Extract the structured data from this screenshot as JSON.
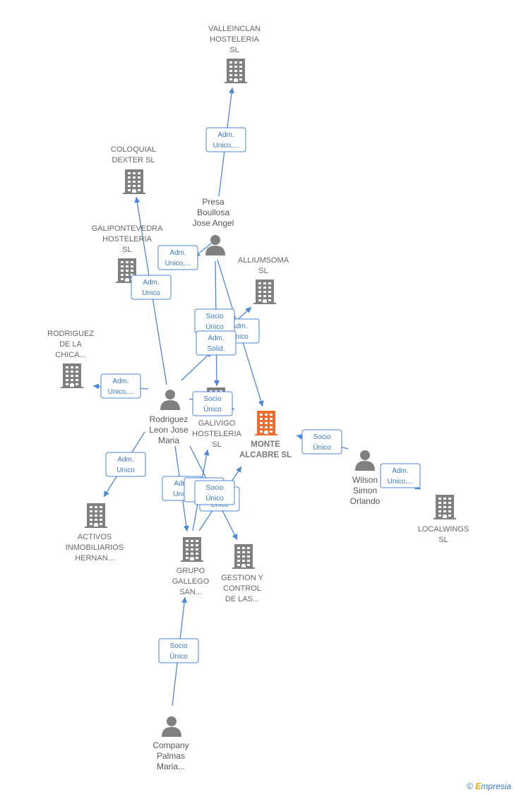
{
  "colors": {
    "company": "#808080",
    "focus_company": "#ef6b2f",
    "person": "#808080",
    "edge": "#4a86d8"
  },
  "nodes": [
    {
      "id": "valleinclan",
      "kind": "company",
      "lines": [
        "VALLEINCLAN",
        "HOSTELERIA",
        "SL"
      ]
    },
    {
      "id": "coloquial",
      "kind": "company",
      "lines": [
        "COLOQUIAL",
        "DEXTER  SL"
      ]
    },
    {
      "id": "galipontevedra",
      "kind": "company",
      "lines": [
        "GALIPONTEVEDRA",
        "HOSTELERIA",
        "SL"
      ]
    },
    {
      "id": "rodriguez_chica",
      "kind": "company",
      "lines": [
        "RODRIGUEZ",
        "DE LA",
        "CHICA..."
      ]
    },
    {
      "id": "alliumsoma",
      "kind": "company",
      "lines": [
        "ALLIUMSOMA",
        "SL"
      ]
    },
    {
      "id": "galivigo",
      "kind": "company",
      "lines": [
        "GALIVIGO",
        "HOSTELERIA",
        "SL"
      ]
    },
    {
      "id": "monte_alcabre",
      "kind": "focus",
      "lines": [
        "MONTE",
        "ALCABRE  SL"
      ]
    },
    {
      "id": "activos",
      "kind": "company",
      "lines": [
        "ACTIVOS",
        "INMOBILIARIOS",
        "HERNAN..."
      ]
    },
    {
      "id": "grupo_gallego",
      "kind": "company",
      "lines": [
        "GRUPO",
        "GALLEGO",
        "SAN..."
      ]
    },
    {
      "id": "gestion",
      "kind": "company",
      "lines": [
        "GESTION Y",
        "CONTROL",
        "DE LAS..."
      ]
    },
    {
      "id": "localwings",
      "kind": "company",
      "lines": [
        "LOCALWINGS",
        "SL"
      ]
    },
    {
      "id": "presa",
      "kind": "person",
      "lines": [
        "Presa",
        "Boullosa",
        "Jose Angel"
      ]
    },
    {
      "id": "rodriguez_leon",
      "kind": "person",
      "lines": [
        "Rodriguez",
        "Leon Jose",
        "Maria"
      ]
    },
    {
      "id": "wilson",
      "kind": "person",
      "lines": [
        "Wilson",
        "Simon",
        "Orlando"
      ]
    },
    {
      "id": "company_palmas",
      "kind": "person",
      "lines": [
        "Company",
        "Palmas",
        "Maria..."
      ]
    }
  ],
  "edges": [
    {
      "from": "presa",
      "to": "valleinclan",
      "label": [
        "Adm.",
        "Unico,..."
      ]
    },
    {
      "from": "rodriguez_leon",
      "to": "coloquial",
      "label": [
        "Adm.",
        "Unico"
      ]
    },
    {
      "from": "presa",
      "to": "galipontevedra",
      "label": [
        "Adm.",
        "Unico,..."
      ]
    },
    {
      "from": "rodriguez_leon",
      "to": "rodriguez_chica",
      "label": [
        "Adm.",
        "Unico,..."
      ]
    },
    {
      "from": "presa",
      "to": "alliumsoma",
      "label": [
        "Adm.",
        "Unico"
      ]
    },
    {
      "from": "presa",
      "to": "galivigo",
      "label": [
        "Socio",
        "Único"
      ]
    },
    {
      "from": "rodriguez_leon",
      "to": "galivigo",
      "label": [
        "Adm.",
        "Solid."
      ]
    },
    {
      "from": "presa",
      "to": "monte_alcabre",
      "label": []
    },
    {
      "from": "rodriguez_leon",
      "to": "galivigo",
      "label": [
        "Socio",
        "Único"
      ]
    },
    {
      "from": "wilson",
      "to": "monte_alcabre",
      "label": [
        "Socio",
        "Único"
      ]
    },
    {
      "from": "wilson",
      "to": "localwings",
      "label": [
        "Adm.",
        "Unico,..."
      ]
    },
    {
      "from": "rodriguez_leon",
      "to": "activos",
      "label": [
        "Adm.",
        "Unico"
      ]
    },
    {
      "from": "rodriguez_leon",
      "to": "grupo_gallego",
      "label": [
        "Adm.",
        "Unico"
      ]
    },
    {
      "from": "rodriguez_leon",
      "to": "gestion",
      "label": [
        "Socio",
        "Único"
      ]
    },
    {
      "from": "grupo_gallego",
      "to": "galivigo",
      "label": [
        "Socio",
        "Único"
      ]
    },
    {
      "from": "grupo_gallego",
      "to": "monte_alcabre",
      "label": [
        "Socio",
        "Único"
      ]
    },
    {
      "from": "company_palmas",
      "to": "grupo_gallego",
      "label": [
        "Socio",
        "Único"
      ]
    }
  ],
  "footer": {
    "copyright": "©",
    "brand_initial": "E",
    "brand_rest": "mpresia"
  }
}
